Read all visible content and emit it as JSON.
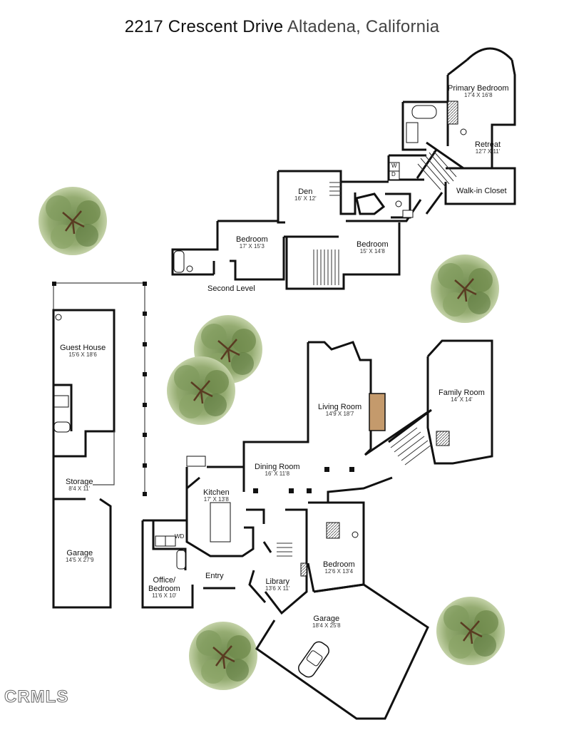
{
  "title": {
    "address": "2217 Crescent Drive",
    "city": "Altadena, California"
  },
  "levels": {
    "second": "Second Level"
  },
  "rooms": {
    "primary_bedroom": {
      "name": "Primary Bedroom",
      "dim": "17'4 X 16'8"
    },
    "retreat": {
      "name": "Retreat",
      "dim": "12'7 X 11'"
    },
    "walkin_closet": {
      "name": "Walk-in Closet"
    },
    "den": {
      "name": "Den",
      "dim": "16' X 12'"
    },
    "bedroom_2nd_left": {
      "name": "Bedroom",
      "dim": "17' X 15'3"
    },
    "bedroom_2nd_right": {
      "name": "Bedroom",
      "dim": "15' X 14'8"
    },
    "guest_house": {
      "name": "Guest House",
      "dim": "15'6 X 18'6"
    },
    "storage": {
      "name": "Storage",
      "dim": "8'4 X 11'"
    },
    "garage_left": {
      "name": "Garage",
      "dim": "14'5 X 27'9"
    },
    "living_room": {
      "name": "Living Room",
      "dim": "14'9 X 18'7"
    },
    "family_room": {
      "name": "Family Room",
      "dim": "14' X 14'"
    },
    "dining_room": {
      "name": "Dining Room",
      "dim": "16' X 11'8"
    },
    "kitchen": {
      "name": "Kitchen",
      "dim": "17' X 13'8"
    },
    "office_bedroom": {
      "name": "Office/\nBedroom",
      "dim": "11'6 X 10'"
    },
    "entry": {
      "name": "Entry"
    },
    "library": {
      "name": "Library",
      "dim": "13'6 X 11'"
    },
    "bedroom_1st": {
      "name": "Bedroom",
      "dim": "12'6 X 13'4"
    },
    "garage_right": {
      "name": "Garage",
      "dim": "18'4 X 25'8"
    }
  },
  "laundry": {
    "w": "W",
    "d": "D",
    "wd": "WD"
  },
  "watermark": "CRMLS",
  "colors": {
    "wall": "#111111",
    "tree_dark": "#4f6b3a",
    "tree_light": "#a9bd8a",
    "fireplace": "#b08050"
  }
}
